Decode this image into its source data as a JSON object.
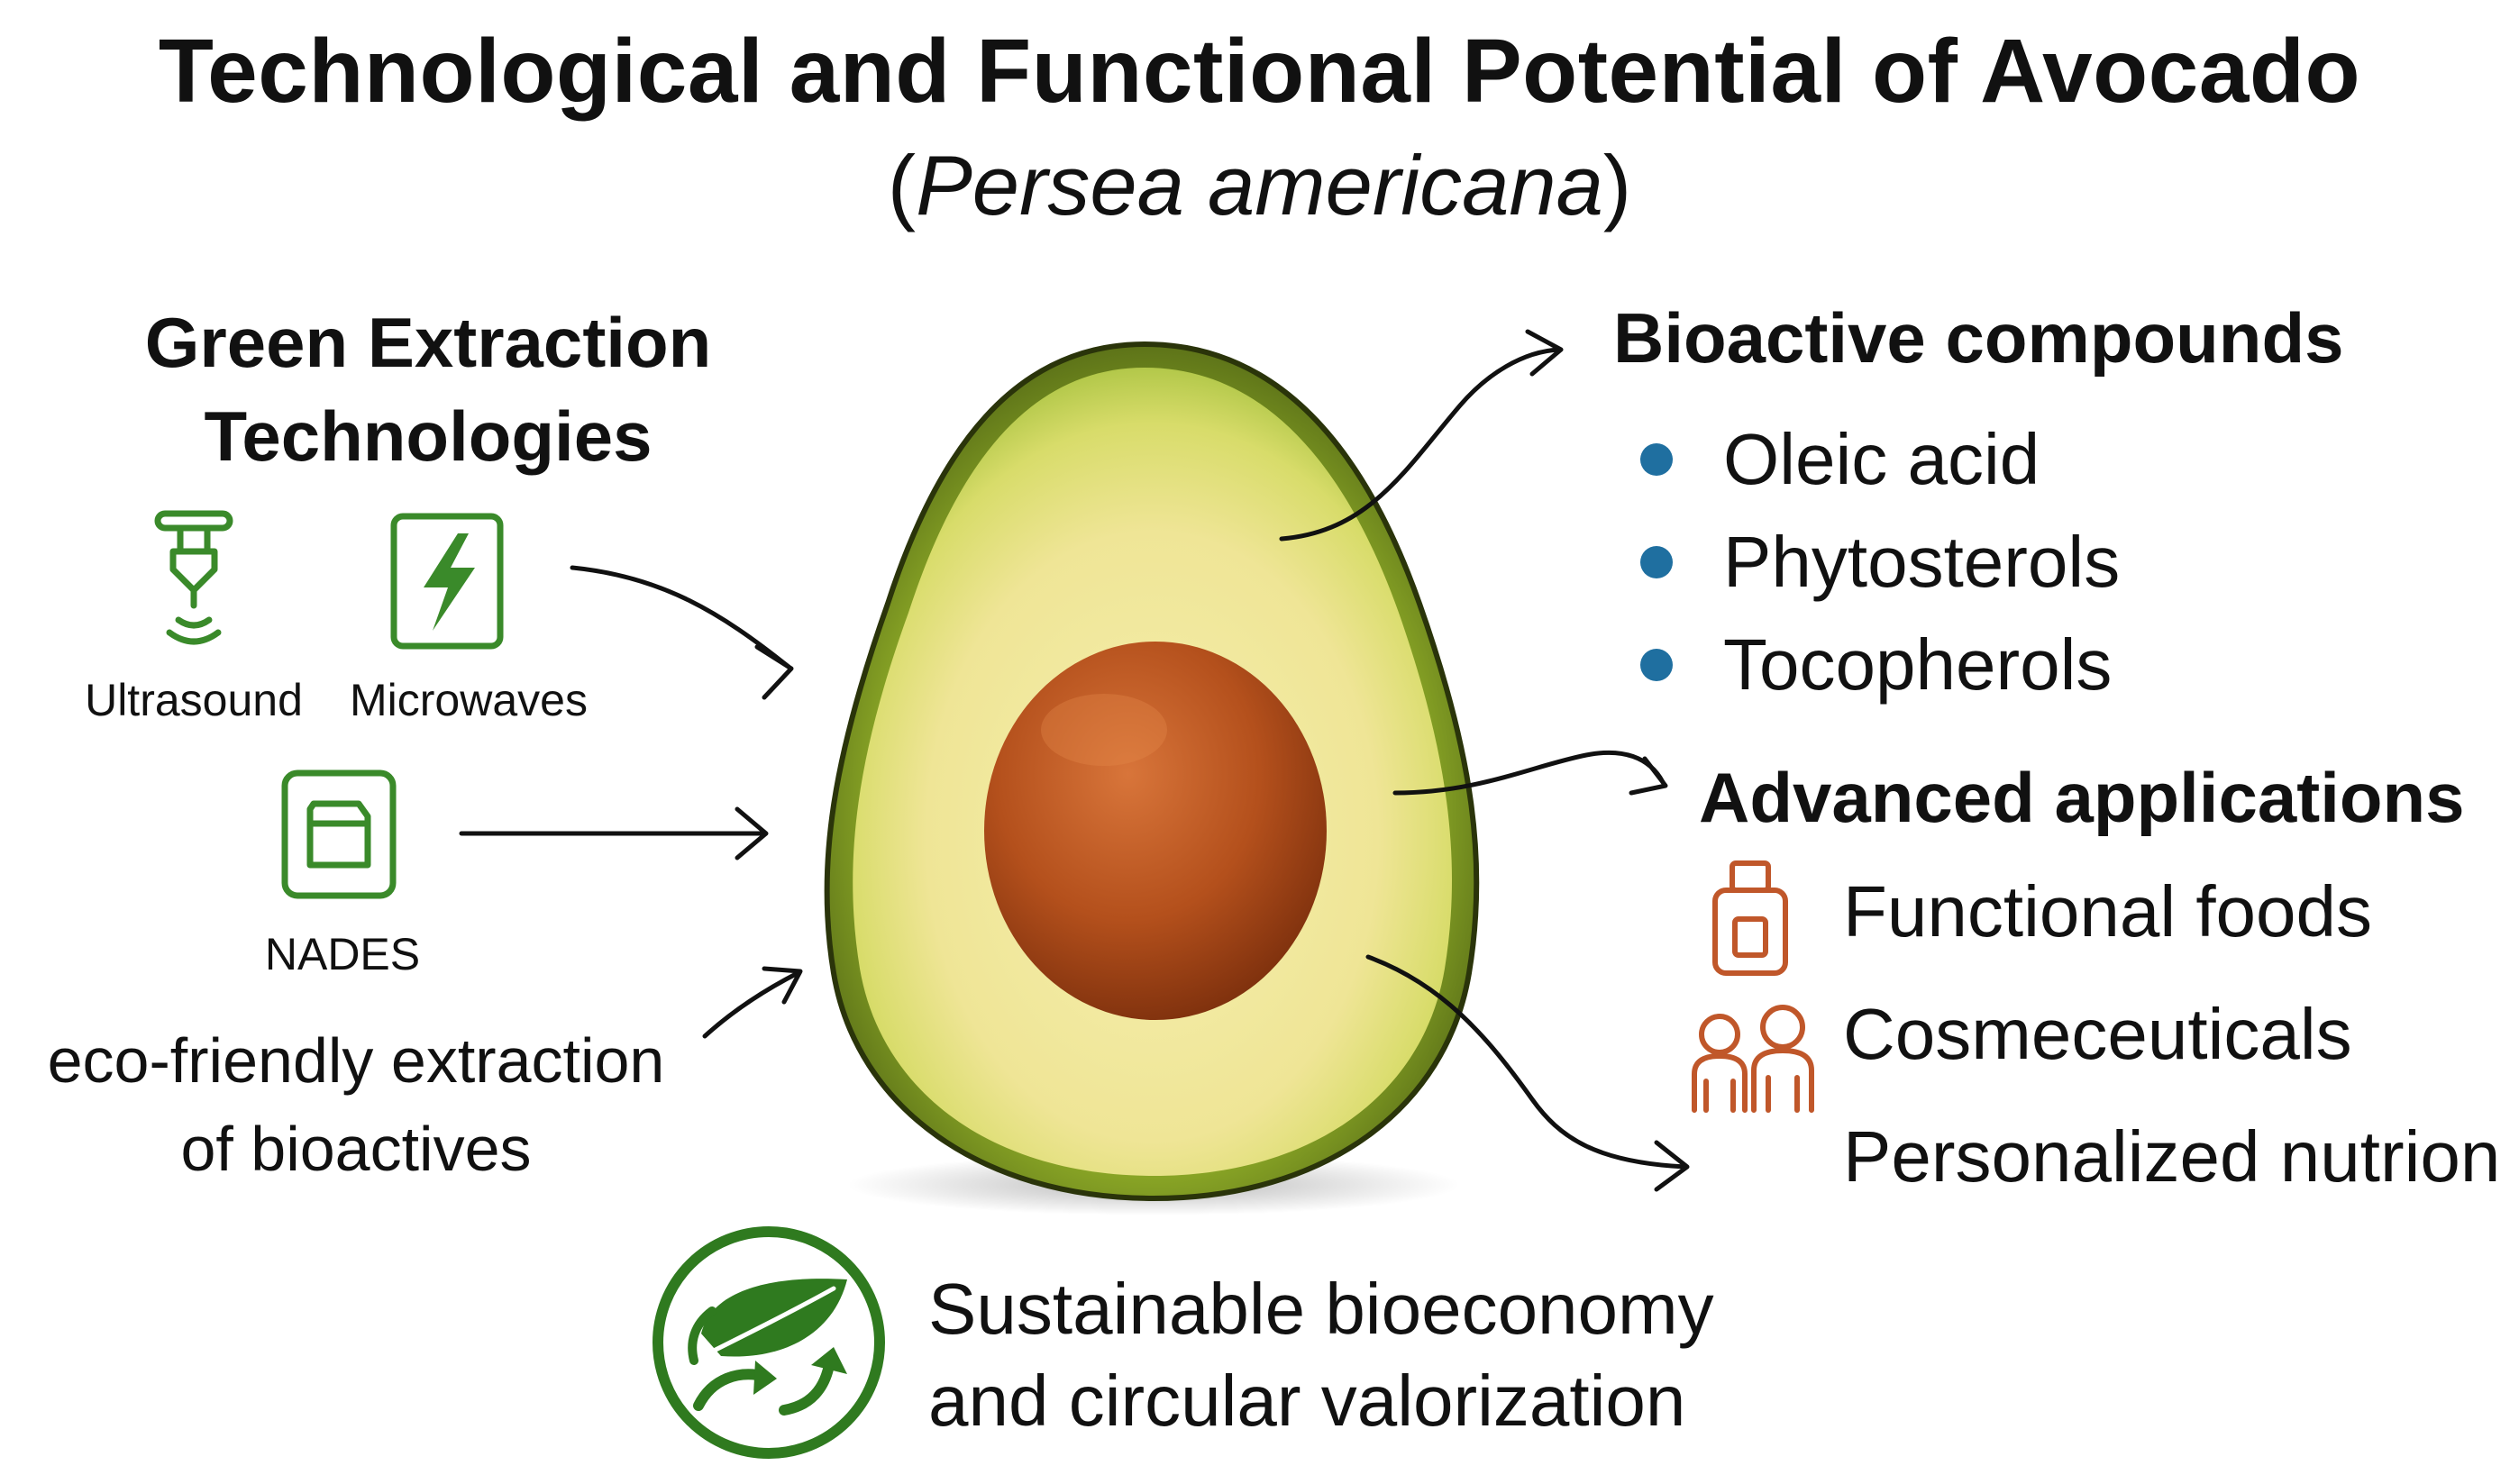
{
  "title": "Technological and Functional Potential of Avocado",
  "subtitle": {
    "open": "(",
    "italic": "Persea americana",
    "close": ")"
  },
  "left": {
    "heading_line1": "Green Extraction",
    "heading_line2": "Technologies",
    "items": [
      {
        "label": "Ultrasound",
        "icon": "ultrasound-probe-icon"
      },
      {
        "label": "Microwaves",
        "icon": "lightning-bolt-icon"
      },
      {
        "label": "NADES",
        "icon": "container-icon"
      }
    ],
    "eco_line1": "eco-friendly extraction",
    "eco_line2": "of bioactives"
  },
  "right": {
    "bioactive_heading": "Bioactive compounds",
    "bioactives": [
      "Oleic acid",
      "Phytosterols",
      "Tocopherols"
    ],
    "advanced_heading": "Advanced applications",
    "applications": [
      {
        "label": "Functional foods",
        "icon": "jar-icon"
      },
      {
        "label": "Cosmeceuticals",
        "icon": "people-icon"
      },
      {
        "label": "Personalized nutrion",
        "icon": ""
      }
    ]
  },
  "bottom": {
    "line1": "Sustainable bioeconomy",
    "line2": "and circular valorization",
    "icon": "leaf-recycle-icon"
  },
  "colors": {
    "green_icon": "#3a8a2a",
    "bullet_blue": "#1f6fa0",
    "orange_icon": "#c0572a",
    "avocado_skin": "#4a5d1a",
    "avocado_flesh": "#f1e89a",
    "avocado_seed": "#b04a1a"
  }
}
